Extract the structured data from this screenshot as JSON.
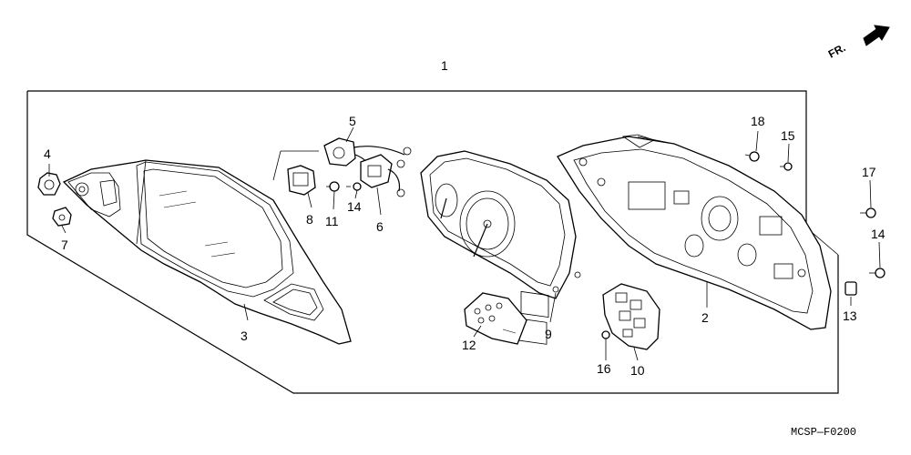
{
  "diagram": {
    "assembly_number": "1",
    "orientation": {
      "label": "FR."
    },
    "code": "MCSP—F0200",
    "callouts": [
      {
        "id": "2",
        "label": "2"
      },
      {
        "id": "3",
        "label": "3"
      },
      {
        "id": "4",
        "label": "4"
      },
      {
        "id": "5",
        "label": "5"
      },
      {
        "id": "6",
        "label": "6"
      },
      {
        "id": "7",
        "label": "7"
      },
      {
        "id": "8",
        "label": "8"
      },
      {
        "id": "9",
        "label": "9"
      },
      {
        "id": "10",
        "label": "10"
      },
      {
        "id": "11",
        "label": "11"
      },
      {
        "id": "12",
        "label": "12"
      },
      {
        "id": "13",
        "label": "13"
      },
      {
        "id": "14a",
        "label": "14"
      },
      {
        "id": "14b",
        "label": "14"
      },
      {
        "id": "15",
        "label": "15"
      },
      {
        "id": "16",
        "label": "16"
      },
      {
        "id": "17",
        "label": "17"
      },
      {
        "id": "18",
        "label": "18"
      }
    ]
  }
}
